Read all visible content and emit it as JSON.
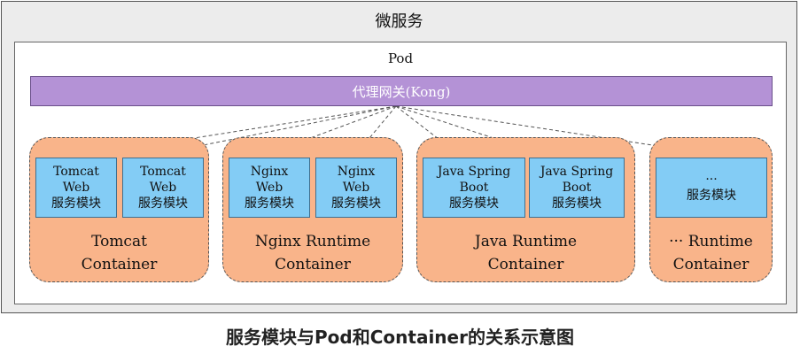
{
  "outer_title": "微服务",
  "pod_title": "Pod",
  "gateway_label": "代理网关(Kong)",
  "containers": [
    {
      "name_line1": "Tomcat",
      "name_line2": "Container",
      "modules": [
        {
          "line1": "Tomcat",
          "line2": "Web",
          "line3": "服务模块"
        },
        {
          "line1": "Tomcat",
          "line2": "Web",
          "line3": "服务模块"
        }
      ]
    },
    {
      "name_line1": "Nginx Runtime",
      "name_line2": "Container",
      "modules": [
        {
          "line1": "Nginx",
          "line2": "Web",
          "line3": "服务模块"
        },
        {
          "line1": "Nginx",
          "line2": "Web",
          "line3": "服务模块"
        }
      ]
    },
    {
      "name_line1": "Java Runtime",
      "name_line2": "Container",
      "modules": [
        {
          "line1": "Java Spring",
          "line2": "Boot",
          "line3": "服务模块"
        },
        {
          "line1": "Java Spring",
          "line2": "Boot",
          "line3": "服务模块"
        }
      ]
    },
    {
      "name_line1": "··· Runtime",
      "name_line2": "Container",
      "modules": [
        {
          "line1": "···",
          "line2": "服务模块"
        }
      ]
    }
  ],
  "caption": "服务模块与Pod和Container的关系示意图"
}
